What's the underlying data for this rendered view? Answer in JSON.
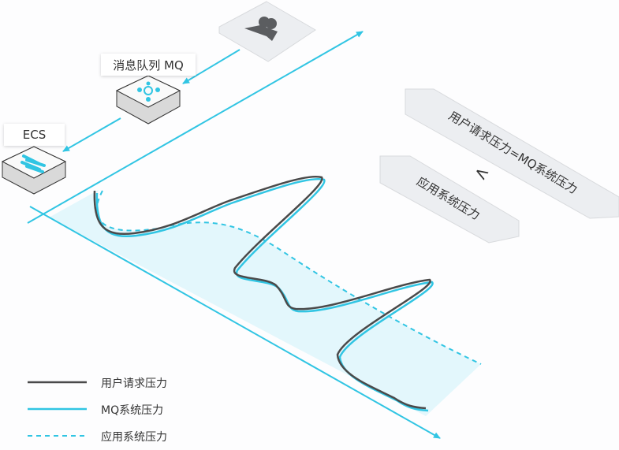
{
  "nodes": {
    "mq_label": "消息队列 MQ",
    "ecs_label": "ECS",
    "user_icon": "users-icon",
    "mq_icon": "network-hub-icon",
    "ecs_icon": "server-stack-icon"
  },
  "annotations": {
    "equation": "用户请求压力=MQ系统压力",
    "relation_symbol": "<",
    "app_pressure": "应用系统压力"
  },
  "legend": [
    {
      "label": "用户请求压力",
      "style": "solid",
      "color": "#4a4a4a"
    },
    {
      "label": "MQ系统压力",
      "style": "solid",
      "color": "#31c5e3"
    },
    {
      "label": "应用系统压力",
      "style": "dashed",
      "color": "#31c5e3"
    }
  ],
  "colors": {
    "accent": "#31c5e3",
    "fill": "#e3f7fc",
    "dark": "#4a4a4a"
  }
}
